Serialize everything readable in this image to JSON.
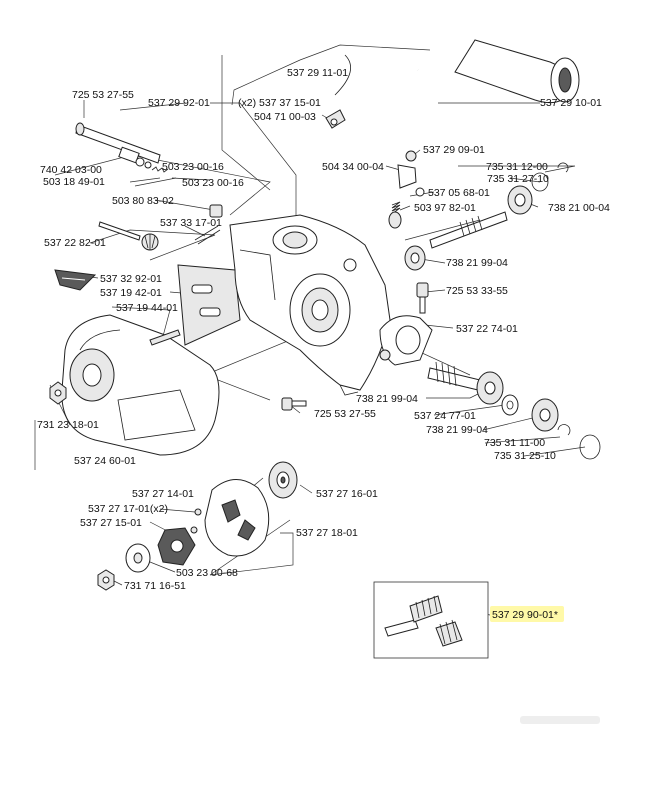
{
  "highlight_color": "#fff9a8",
  "labels": {
    "l01": "537 29 11-01",
    "l02": "725 53 27-55",
    "l03": "537 29 92-01",
    "l04": "(x2) 537 37 15-01",
    "l05": "504 71 00-03",
    "l06": "537 29 10-01",
    "l07": "537 29 09-01",
    "l08": "740 42 03-00",
    "l09": "503 23 00-16",
    "l10": "503 18 49-01",
    "l11": "503 23 00-16",
    "l12": "504 34 00-04",
    "l13": "735 31 12-00",
    "l14": "735 31 27-10",
    "l15": "537 05 68-01",
    "l16": "503 80 83-02",
    "l17": "503 97 82-01",
    "l18": "738 21 00-04",
    "l19": "537 33 17-01",
    "l20": "537 22 82-01",
    "l21": "738 21 99-04",
    "l22": "537 32 92-01",
    "l23": "537 19 42-01",
    "l24": "725 53 33-55",
    "l25": "537 19 44-01",
    "l26": "537 22 74-01",
    "l27": "738 21 99-04",
    "l28": "725 53 27-55",
    "l29": "537 24 77-01",
    "l30": "731 23 18-01",
    "l31": "738 21 99-04",
    "l32": "735 31 11-00",
    "l33": "537 24 60-01",
    "l34": "735 31 25-10",
    "l35": "537 27 14-01",
    "l36": "537 27 16-01",
    "l37": "537 27 17-01(x2)",
    "l38": "537 27 15-01",
    "l39": "537 27 18-01",
    "l40": "503 23 00-68",
    "l41": "731 71 16-51",
    "l42": "537 29 90-01*"
  }
}
